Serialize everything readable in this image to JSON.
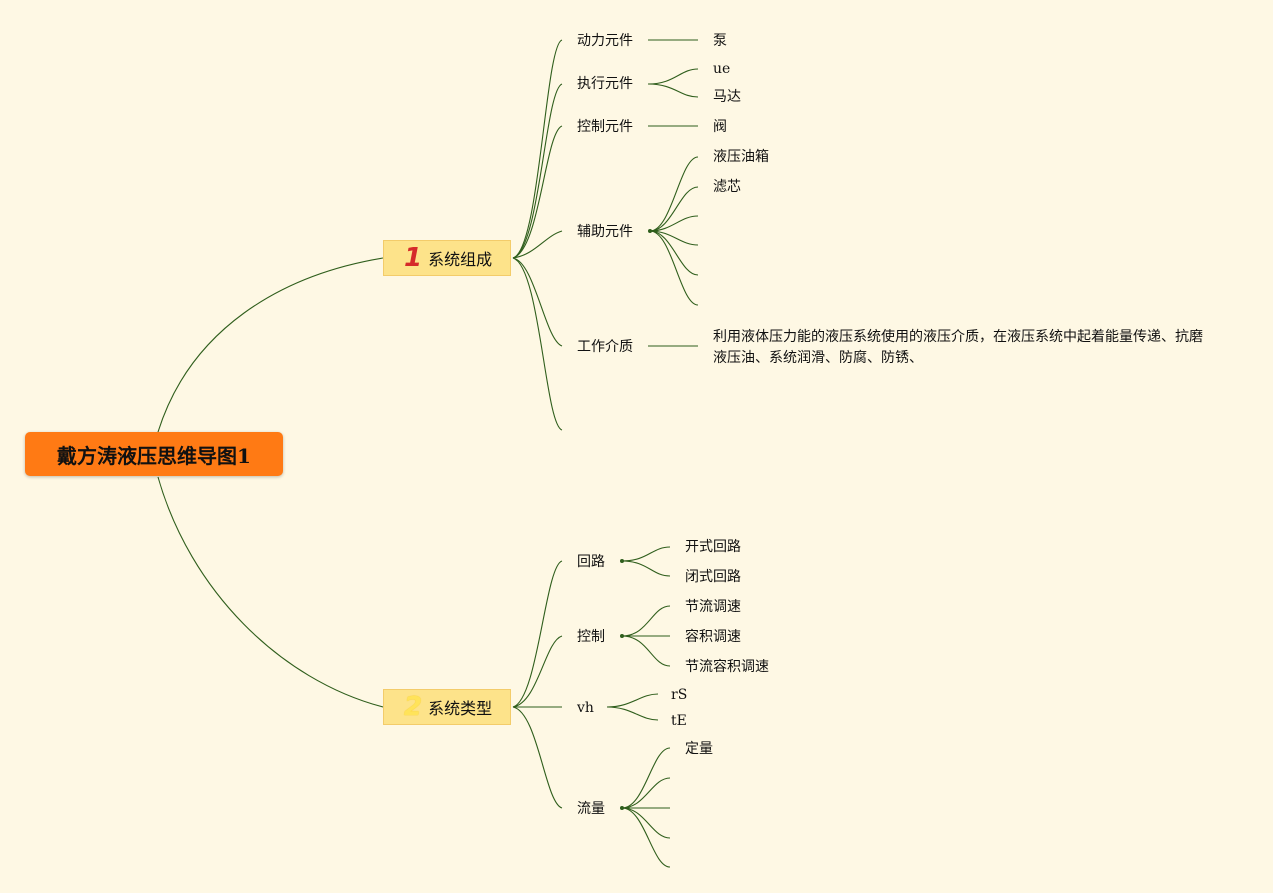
{
  "root": {
    "title": "戴方涛液压思维导图1"
  },
  "branch1": {
    "badge": "1",
    "label": "系统组成",
    "children": {
      "power": {
        "label": "动力元件",
        "leaves": [
          "泵"
        ]
      },
      "actuator": {
        "label": "执行元件",
        "leaves": [
          "ue",
          "马达"
        ]
      },
      "control": {
        "label": "控制元件",
        "leaves": [
          "阀"
        ]
      },
      "auxiliary": {
        "label": "辅助元件",
        "leaves": [
          "液压油箱",
          "滤芯"
        ]
      },
      "medium": {
        "label": "工作介质",
        "leaves": [
          "利用液体压力能的液压系统使用的液压介质，在液压系统中起着能量传递、抗磨",
          "液压油、系统润滑、防腐、防锈、"
        ]
      }
    }
  },
  "branch2": {
    "badge": "2",
    "label": "系统类型",
    "children": {
      "circuit": {
        "label": "回路",
        "leaves": [
          "开式回路",
          "闭式回路"
        ]
      },
      "control": {
        "label": "控制",
        "leaves": [
          "节流调速",
          "容积调速",
          "节流容积调速"
        ]
      },
      "vh": {
        "label": "vh",
        "leaves": [
          "rS",
          "tE"
        ]
      },
      "flow": {
        "label": "流量",
        "leaves": [
          "定量"
        ]
      }
    }
  },
  "colors": {
    "background": "#fef8e4",
    "root": "#ff7a14",
    "branch_fill": "#fde38a",
    "connector": "#2f5e1c",
    "badge1": "#d52a2a",
    "badge2": "#ffe35a"
  }
}
